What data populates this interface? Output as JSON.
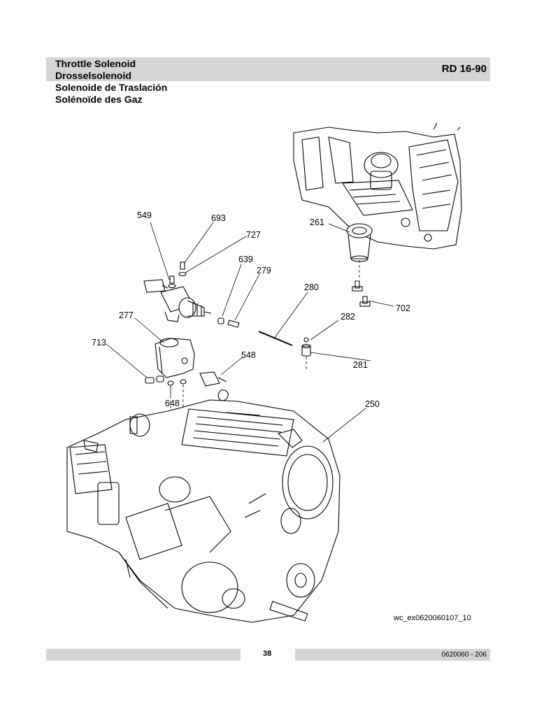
{
  "header": {
    "titles": [
      "Throttle Solenoid",
      "Drosselsolenoid",
      "Solenoide de Traslación",
      "Solénoïde des Gaz"
    ],
    "model": "RD 16-90"
  },
  "callouts": [
    "549",
    "693",
    "727",
    "639",
    "279",
    "261",
    "280",
    "702",
    "277",
    "282",
    "713",
    "548",
    "281",
    "648",
    "250"
  ],
  "figure_ref": "wc_ex0620060107_10",
  "footer": {
    "page": "38",
    "doc_number": "0620060 - 206"
  }
}
